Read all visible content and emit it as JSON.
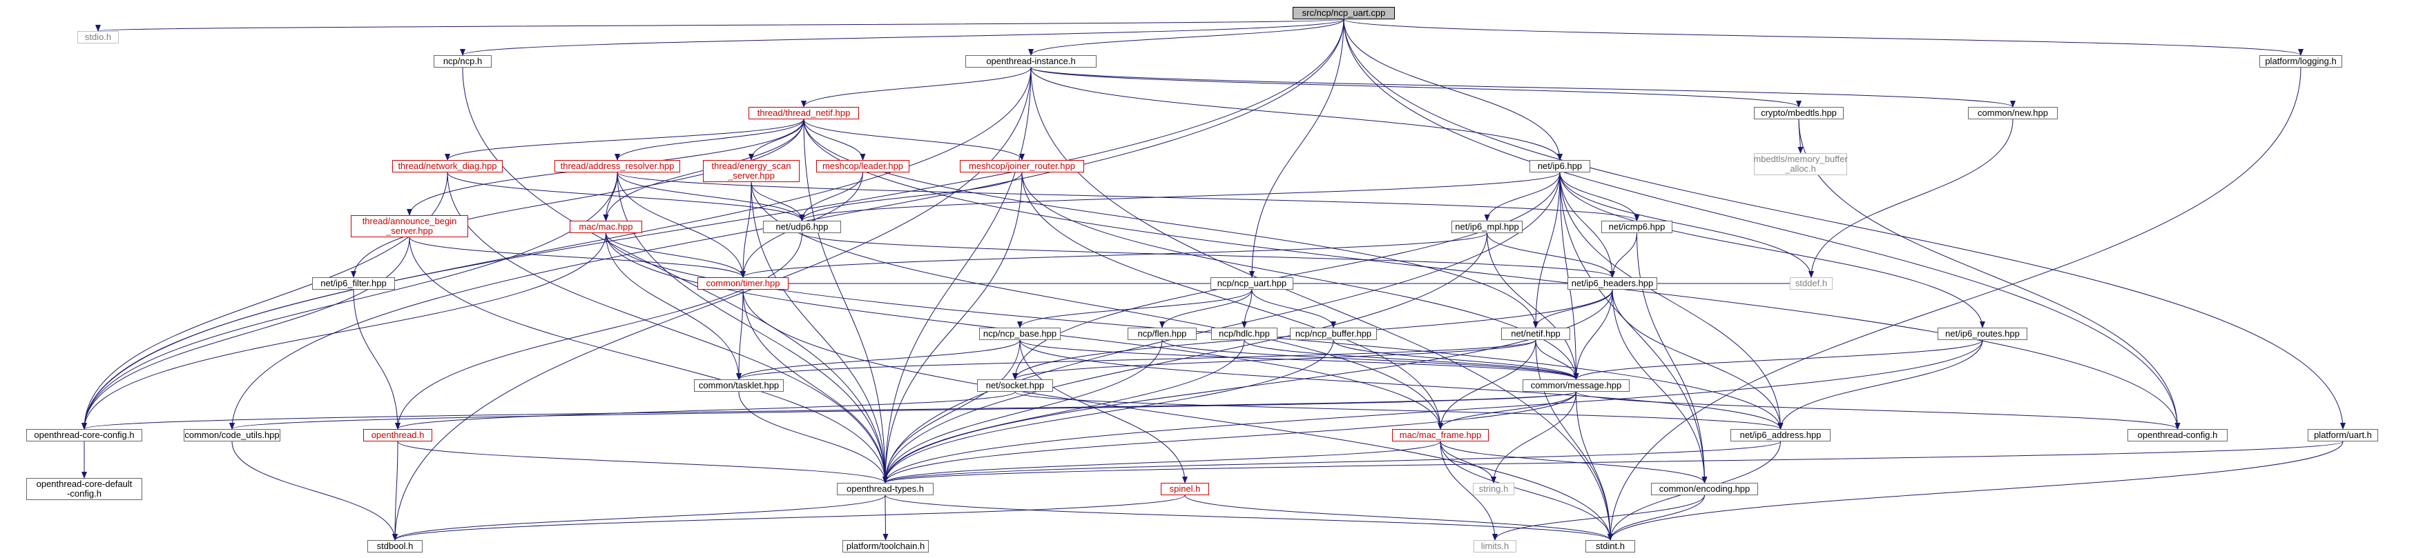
{
  "diagram": {
    "type": "include-dependency-graph",
    "root": "src/ncp/ncp_uart.cpp",
    "colors": {
      "edge": "#191970",
      "root_fill": "#bfbfbf",
      "doc_text": "#000000",
      "partial_text": "#cc0000",
      "external_text": "#808080"
    },
    "nodes": [
      {
        "id": "root",
        "label": "src/ncp/ncp_uart.cpp",
        "kind": "root"
      },
      {
        "id": "stdio",
        "label": "stdio.h",
        "kind": "ext"
      },
      {
        "id": "ncp_h",
        "label": "ncp/ncp.h",
        "kind": "doc"
      },
      {
        "id": "instance",
        "label": "openthread-instance.h",
        "kind": "doc"
      },
      {
        "id": "plat_logging",
        "label": "platform/logging.h",
        "kind": "doc"
      },
      {
        "id": "thread_netif",
        "label": "thread/thread_netif.hpp",
        "kind": "red"
      },
      {
        "id": "mbedtls",
        "label": "crypto/mbedtls.hpp",
        "kind": "doc"
      },
      {
        "id": "common_new",
        "label": "common/new.hpp",
        "kind": "doc"
      },
      {
        "id": "mem_buf",
        "label": "mbedtls/memory_buffer_alloc.h",
        "lines": [
          "mbedtls/memory_buffer",
          "_alloc.h"
        ],
        "kind": "ext"
      },
      {
        "id": "network_diag",
        "label": "thread/network_diag.hpp",
        "kind": "red"
      },
      {
        "id": "addr_resolver",
        "label": "thread/address_resolver.hpp",
        "kind": "red"
      },
      {
        "id": "energy_scan",
        "label": "thread/energy_scan_server.hpp",
        "lines": [
          "thread/energy_scan",
          "_server.hpp"
        ],
        "kind": "red"
      },
      {
        "id": "meshcop_leader",
        "label": "meshcop/leader.hpp",
        "kind": "red"
      },
      {
        "id": "joiner_router",
        "label": "meshcop/joiner_router.hpp",
        "kind": "red"
      },
      {
        "id": "net_ip6",
        "label": "net/ip6.hpp",
        "kind": "doc"
      },
      {
        "id": "announce_begin",
        "label": "thread/announce_begin_server.hpp",
        "lines": [
          "thread/announce_begin",
          "_server.hpp"
        ],
        "kind": "red"
      },
      {
        "id": "mac_mac",
        "label": "mac/mac.hpp",
        "kind": "red"
      },
      {
        "id": "net_udp6",
        "label": "net/udp6.hpp",
        "kind": "doc"
      },
      {
        "id": "ip6_mpl",
        "label": "net/ip6_mpl.hpp",
        "kind": "doc"
      },
      {
        "id": "net_icmp6",
        "label": "net/icmp6.hpp",
        "kind": "doc"
      },
      {
        "id": "ip6_filter",
        "label": "net/ip6_filter.hpp",
        "kind": "doc"
      },
      {
        "id": "common_timer",
        "label": "common/timer.hpp",
        "kind": "red"
      },
      {
        "id": "ncp_uart_hpp",
        "label": "ncp/ncp_uart.hpp",
        "kind": "doc"
      },
      {
        "id": "ip6_headers",
        "label": "net/ip6_headers.hpp",
        "kind": "doc"
      },
      {
        "id": "stddef",
        "label": "stddef.h",
        "kind": "ext"
      },
      {
        "id": "ncp_base",
        "label": "ncp/ncp_base.hpp",
        "kind": "doc"
      },
      {
        "id": "ncp_flen",
        "label": "ncp/flen.hpp",
        "kind": "doc"
      },
      {
        "id": "ncp_hdlc",
        "label": "ncp/hdlc.hpp",
        "kind": "doc"
      },
      {
        "id": "ncp_buffer",
        "label": "ncp/ncp_buffer.hpp",
        "kind": "doc"
      },
      {
        "id": "net_netif",
        "label": "net/netif.hpp",
        "kind": "doc"
      },
      {
        "id": "ip6_routes",
        "label": "net/ip6_routes.hpp",
        "kind": "doc"
      },
      {
        "id": "tasklet",
        "label": "common/tasklet.hpp",
        "kind": "doc"
      },
      {
        "id": "net_socket",
        "label": "net/socket.hpp",
        "kind": "doc"
      },
      {
        "id": "common_message",
        "label": "common/message.hpp",
        "kind": "doc"
      },
      {
        "id": "core_config",
        "label": "openthread-core-config.h",
        "kind": "doc"
      },
      {
        "id": "code_utils",
        "label": "common/code_utils.hpp",
        "kind": "doc"
      },
      {
        "id": "openthread_h",
        "label": "openthread.h",
        "kind": "red"
      },
      {
        "id": "mac_frame",
        "label": "mac/mac_frame.hpp",
        "kind": "red"
      },
      {
        "id": "ip6_address",
        "label": "net/ip6_address.hpp",
        "kind": "doc"
      },
      {
        "id": "ot_config",
        "label": "openthread-config.h",
        "kind": "doc"
      },
      {
        "id": "plat_uart",
        "label": "platform/uart.h",
        "kind": "doc"
      },
      {
        "id": "core_default",
        "label": "openthread-core-default-config.h",
        "lines": [
          "openthread-core-default",
          "-config.h"
        ],
        "kind": "doc"
      },
      {
        "id": "ot_types",
        "label": "openthread-types.h",
        "kind": "doc"
      },
      {
        "id": "spinel",
        "label": "spinel.h",
        "kind": "red"
      },
      {
        "id": "string",
        "label": "string.h",
        "kind": "ext"
      },
      {
        "id": "encoding",
        "label": "common/encoding.hpp",
        "kind": "doc"
      },
      {
        "id": "stdbool",
        "label": "stdbool.h",
        "kind": "doc"
      },
      {
        "id": "toolchain",
        "label": "platform/toolchain.h",
        "kind": "doc"
      },
      {
        "id": "limits",
        "label": "limits.h",
        "kind": "ext"
      },
      {
        "id": "stdint",
        "label": "stdint.h",
        "kind": "doc"
      }
    ],
    "edges": [
      [
        "root",
        "stdio"
      ],
      [
        "root",
        "ncp_h"
      ],
      [
        "root",
        "instance"
      ],
      [
        "root",
        "plat_logging"
      ],
      [
        "root",
        "core_config"
      ],
      [
        "root",
        "code_utils"
      ],
      [
        "root",
        "ncp_uart_hpp"
      ],
      [
        "root",
        "net_ip6"
      ],
      [
        "root",
        "ot_config"
      ],
      [
        "root",
        "plat_uart"
      ],
      [
        "ncp_h",
        "ot_types"
      ],
      [
        "instance",
        "thread_netif"
      ],
      [
        "instance",
        "mbedtls"
      ],
      [
        "instance",
        "common_new"
      ],
      [
        "instance",
        "net_ip6"
      ],
      [
        "instance",
        "core_config"
      ],
      [
        "instance",
        "ot_types"
      ],
      [
        "instance",
        "stdbool"
      ],
      [
        "instance",
        "stdint"
      ],
      [
        "plat_logging",
        "stdint"
      ],
      [
        "thread_netif",
        "network_diag"
      ],
      [
        "thread_netif",
        "addr_resolver"
      ],
      [
        "thread_netif",
        "energy_scan"
      ],
      [
        "thread_netif",
        "meshcop_leader"
      ],
      [
        "thread_netif",
        "joiner_router"
      ],
      [
        "thread_netif",
        "announce_begin"
      ],
      [
        "thread_netif",
        "mac_mac"
      ],
      [
        "thread_netif",
        "ip6_filter"
      ],
      [
        "thread_netif",
        "net_netif"
      ],
      [
        "thread_netif",
        "ot_types"
      ],
      [
        "thread_netif",
        "ot_config"
      ],
      [
        "mbedtls",
        "mem_buf"
      ],
      [
        "mbedtls",
        "ot_config"
      ],
      [
        "common_new",
        "stddef"
      ],
      [
        "network_diag",
        "net_udp6"
      ],
      [
        "network_diag",
        "ot_types"
      ],
      [
        "network_diag",
        "core_config"
      ],
      [
        "addr_resolver",
        "mac_mac"
      ],
      [
        "addr_resolver",
        "net_udp6"
      ],
      [
        "addr_resolver",
        "common_timer"
      ],
      [
        "addr_resolver",
        "ot_types"
      ],
      [
        "addr_resolver",
        "core_config"
      ],
      [
        "addr_resolver",
        "net_icmp6"
      ],
      [
        "energy_scan",
        "net_udp6"
      ],
      [
        "energy_scan",
        "common_timer"
      ],
      [
        "energy_scan",
        "ot_types"
      ],
      [
        "energy_scan",
        "mac_frame"
      ],
      [
        "meshcop_leader",
        "net_udp6"
      ],
      [
        "meshcop_leader",
        "common_timer"
      ],
      [
        "joiner_router",
        "net_udp6"
      ],
      [
        "joiner_router",
        "ot_types"
      ],
      [
        "joiner_router",
        "common_message"
      ],
      [
        "joiner_router",
        "mac_frame"
      ],
      [
        "net_ip6",
        "net_udp6"
      ],
      [
        "net_ip6",
        "ip6_mpl"
      ],
      [
        "net_ip6",
        "net_icmp6"
      ],
      [
        "net_ip6",
        "ip6_headers"
      ],
      [
        "net_ip6",
        "ip6_routes"
      ],
      [
        "net_ip6",
        "net_netif"
      ],
      [
        "net_ip6",
        "common_message"
      ],
      [
        "net_ip6",
        "ip6_address"
      ],
      [
        "net_ip6",
        "encoding"
      ],
      [
        "net_ip6",
        "stddef"
      ],
      [
        "net_ip6",
        "ot_types"
      ],
      [
        "net_ip6",
        "net_socket"
      ],
      [
        "announce_begin",
        "common_timer"
      ],
      [
        "announce_begin",
        "ot_types"
      ],
      [
        "announce_begin",
        "core_config"
      ],
      [
        "mac_mac",
        "common_timer"
      ],
      [
        "mac_mac",
        "tasklet"
      ],
      [
        "mac_mac",
        "mac_frame"
      ],
      [
        "mac_mac",
        "core_config"
      ],
      [
        "mac_mac",
        "ip6_address"
      ],
      [
        "net_udp6",
        "ip6_headers"
      ],
      [
        "net_udp6",
        "openthread_h"
      ],
      [
        "ip6_mpl",
        "common_timer"
      ],
      [
        "ip6_mpl",
        "ip6_headers"
      ],
      [
        "ip6_mpl",
        "common_message"
      ],
      [
        "ip6_mpl",
        "ot_types"
      ],
      [
        "net_icmp6",
        "ip6_headers"
      ],
      [
        "net_icmp6",
        "encoding"
      ],
      [
        "ip6_filter",
        "openthread_h"
      ],
      [
        "common_timer",
        "tasklet"
      ],
      [
        "common_timer",
        "ot_types"
      ],
      [
        "common_timer",
        "stdint"
      ],
      [
        "common_timer",
        "stddef"
      ],
      [
        "ncp_uart_hpp",
        "ncp_base"
      ],
      [
        "ncp_uart_hpp",
        "ncp_flen"
      ],
      [
        "ncp_uart_hpp",
        "ncp_hdlc"
      ],
      [
        "ncp_uart_hpp",
        "ncp_buffer"
      ],
      [
        "ip6_headers",
        "net_netif"
      ],
      [
        "ip6_headers",
        "net_socket"
      ],
      [
        "ip6_headers",
        "common_message"
      ],
      [
        "ip6_headers",
        "ip6_address"
      ],
      [
        "ip6_headers",
        "encoding"
      ],
      [
        "ip6_headers",
        "stddef"
      ],
      [
        "ip6_headers",
        "ot_types"
      ],
      [
        "ncp_base",
        "tasklet"
      ],
      [
        "ncp_base",
        "common_message"
      ],
      [
        "ncp_base",
        "ot_types"
      ],
      [
        "ncp_base",
        "spinel"
      ],
      [
        "ncp_base",
        "ip6_address"
      ],
      [
        "ncp_flen",
        "ot_types"
      ],
      [
        "ncp_flen",
        "common_message"
      ],
      [
        "ncp_hdlc",
        "ot_types"
      ],
      [
        "ncp_hdlc",
        "common_message"
      ],
      [
        "ncp_buffer",
        "ot_types"
      ],
      [
        "ncp_buffer",
        "common_message"
      ],
      [
        "net_netif",
        "common_message"
      ],
      [
        "net_netif",
        "net_socket"
      ],
      [
        "net_netif",
        "tasklet"
      ],
      [
        "net_netif",
        "mac_frame"
      ],
      [
        "net_netif",
        "stdint"
      ],
      [
        "ip6_routes",
        "common_message"
      ],
      [
        "ip6_routes",
        "ip6_address"
      ],
      [
        "ip6_routes",
        "ot_types"
      ],
      [
        "tasklet",
        "ot_types"
      ],
      [
        "net_socket",
        "ip6_address"
      ],
      [
        "net_socket",
        "openthread_h"
      ],
      [
        "common_message",
        "mac_frame"
      ],
      [
        "common_message",
        "ot_types"
      ],
      [
        "common_message",
        "core_config"
      ],
      [
        "common_message",
        "code_utils"
      ],
      [
        "common_message",
        "string"
      ],
      [
        "common_message",
        "stdint"
      ],
      [
        "common_message",
        "ot_config"
      ],
      [
        "core_config",
        "core_default"
      ],
      [
        "code_utils",
        "stdbool"
      ],
      [
        "openthread_h",
        "ot_types"
      ],
      [
        "openthread_h",
        "stdbool"
      ],
      [
        "mac_frame",
        "encoding"
      ],
      [
        "mac_frame",
        "ot_types"
      ],
      [
        "mac_frame",
        "string"
      ],
      [
        "mac_frame",
        "limits"
      ],
      [
        "mac_frame",
        "stdint"
      ],
      [
        "ip6_address",
        "ot_types"
      ],
      [
        "ip6_address",
        "stdint"
      ],
      [
        "plat_uart",
        "ot_types"
      ],
      [
        "plat_uart",
        "stdint"
      ],
      [
        "ot_types",
        "stdbool"
      ],
      [
        "ot_types",
        "toolchain"
      ],
      [
        "ot_types",
        "stdint"
      ],
      [
        "spinel",
        "stdbool"
      ],
      [
        "spinel",
        "stdint"
      ],
      [
        "encoding",
        "limits"
      ],
      [
        "encoding",
        "stdint"
      ]
    ]
  }
}
